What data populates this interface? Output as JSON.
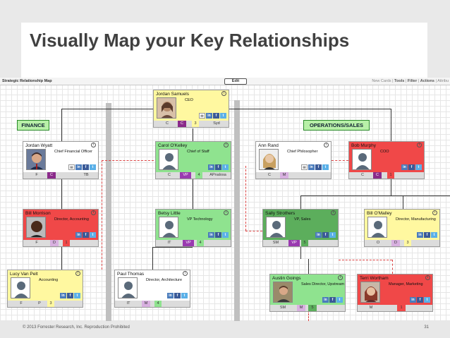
{
  "slide": {
    "title": "Visually Map your Key Relationships",
    "copyright": "© 2013 Forrester Research, Inc. Reproduction Prohibited",
    "page_number": "31"
  },
  "toolbar": {
    "app_title": "Strategic Relationship Map",
    "edit_label": "Edit",
    "menu_prefix": "New Cards | ",
    "menu_tools": "Tools",
    "menu_sep1": " | ",
    "menu_filter": "Filter",
    "menu_sep2": " | ",
    "menu_actions": "Actions",
    "menu_suffix": " | Attribu"
  },
  "categories": {
    "finance": "FINANCE",
    "operations": "OPERATIONS/SALES"
  },
  "cards": {
    "jordan_samuels": {
      "name": "Jordan Samuels",
      "role": "CEO",
      "c1": "C",
      "c2": "C",
      "c3": "3",
      "c4": "Syd"
    },
    "jordan_wyatt": {
      "name": "Jordan Wyatt",
      "role": "Chief Financial Officer",
      "c1": "F",
      "c2": "C",
      "c3": "",
      "c4": "TB"
    },
    "carol_okelley": {
      "name": "Carol O'Kelley",
      "role": "Chief of Staff",
      "c1": "C",
      "c2": "VP",
      "c3": "4",
      "c4": "APnalosa"
    },
    "ann_rand": {
      "name": "Ann Rand",
      "role": "Chief Philosopher",
      "c1": "C",
      "c2": "M",
      "c3": "",
      "c4": ""
    },
    "bob_murphy": {
      "name": "Bob Murphy",
      "role": "COO",
      "c1": "C",
      "c2": "C",
      "c3": "1",
      "c4": ""
    },
    "bill_morrison": {
      "name": "Bill Morrison",
      "role": "Director, Accounting",
      "c1": "F",
      "c2": "D",
      "c3": "1",
      "c4": ""
    },
    "betsy_little": {
      "name": "Betsy Little",
      "role": "VP Technology",
      "c1": "IT",
      "c2": "VP",
      "c3": "4",
      "c4": ""
    },
    "sally_strothers": {
      "name": "Sally Strothers",
      "role": "VP, Sales",
      "c1": "SM",
      "c2": "VP",
      "c3": "5",
      "c4": ""
    },
    "bill_omalley": {
      "name": "Bill O'Malley",
      "role": "Director, Manufacturing",
      "c1": "O",
      "c2": "D",
      "c3": "3",
      "c4": ""
    },
    "lucy_van_pelt": {
      "name": "Lucy Van Pelt",
      "role": "Accounting",
      "c1": "F",
      "c2": "P",
      "c3": "3",
      "c4": ""
    },
    "paul_thomas": {
      "name": "Paul Thomas",
      "role": "Director, Architecture",
      "c1": "IT",
      "c2": "M",
      "c3": "4",
      "c4": ""
    },
    "austin_goings": {
      "name": "Austin Goings",
      "role": "Sales Director, Upstream",
      "c1": "SM",
      "c2": "M",
      "c3": "5",
      "c4": ""
    },
    "terri_wortham": {
      "name": "Terri Wortham",
      "role": "Manager, Marketing",
      "c1": "M",
      "c2": "",
      "c3": "1",
      "c4": ""
    }
  },
  "icons": {
    "info": "i",
    "mail": "✉",
    "linkedin": "in",
    "facebook": "f",
    "twitter": "t"
  },
  "colors": {
    "yellow": "#fff8a0",
    "green": "#8fe38f",
    "red": "#f04848",
    "dark_green": "#5cae5c",
    "white": "#ffffff"
  }
}
